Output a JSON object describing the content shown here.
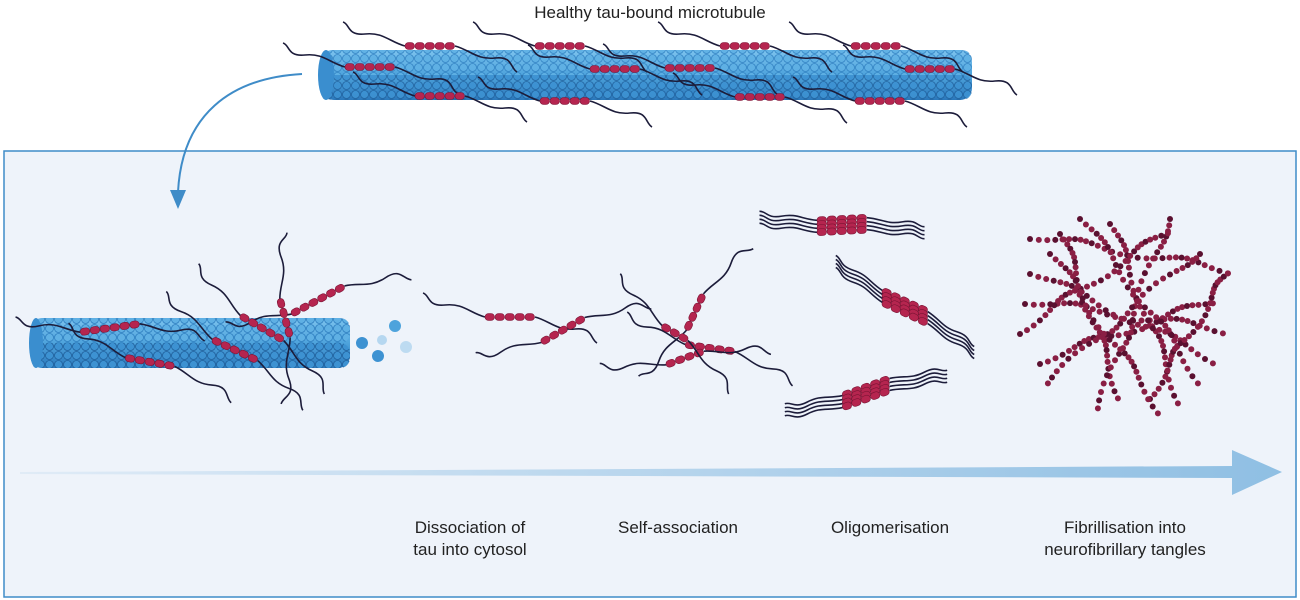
{
  "diagram": {
    "title": "Healthy tau-bound microtubule",
    "stages": [
      {
        "line1": "Dissociation of",
        "line2": "tau into cytosol"
      },
      {
        "line1": "Self-association",
        "line2": ""
      },
      {
        "line1": "Oligomerisation",
        "line2": ""
      },
      {
        "line1": "Fibrillisation into",
        "line2": "neurofibrillary tangles"
      }
    ]
  },
  "colors": {
    "panel_fill": "#eef3fa",
    "panel_border": "#3f8cc8",
    "tubulin_light": "#6bb6e6",
    "tubulin_dark": "#2f7fc0",
    "tau_repeat": "#b5254f",
    "tau_tail": "#1c1c3a",
    "progress_arrow": "#8fbfe3",
    "tangle": "#8a1f44"
  },
  "icons": [
    "microtubule-icon",
    "tau-protein-icon",
    "oligomer-icon",
    "tangle-icon",
    "curved-arrow-icon",
    "progress-arrow-icon"
  ]
}
